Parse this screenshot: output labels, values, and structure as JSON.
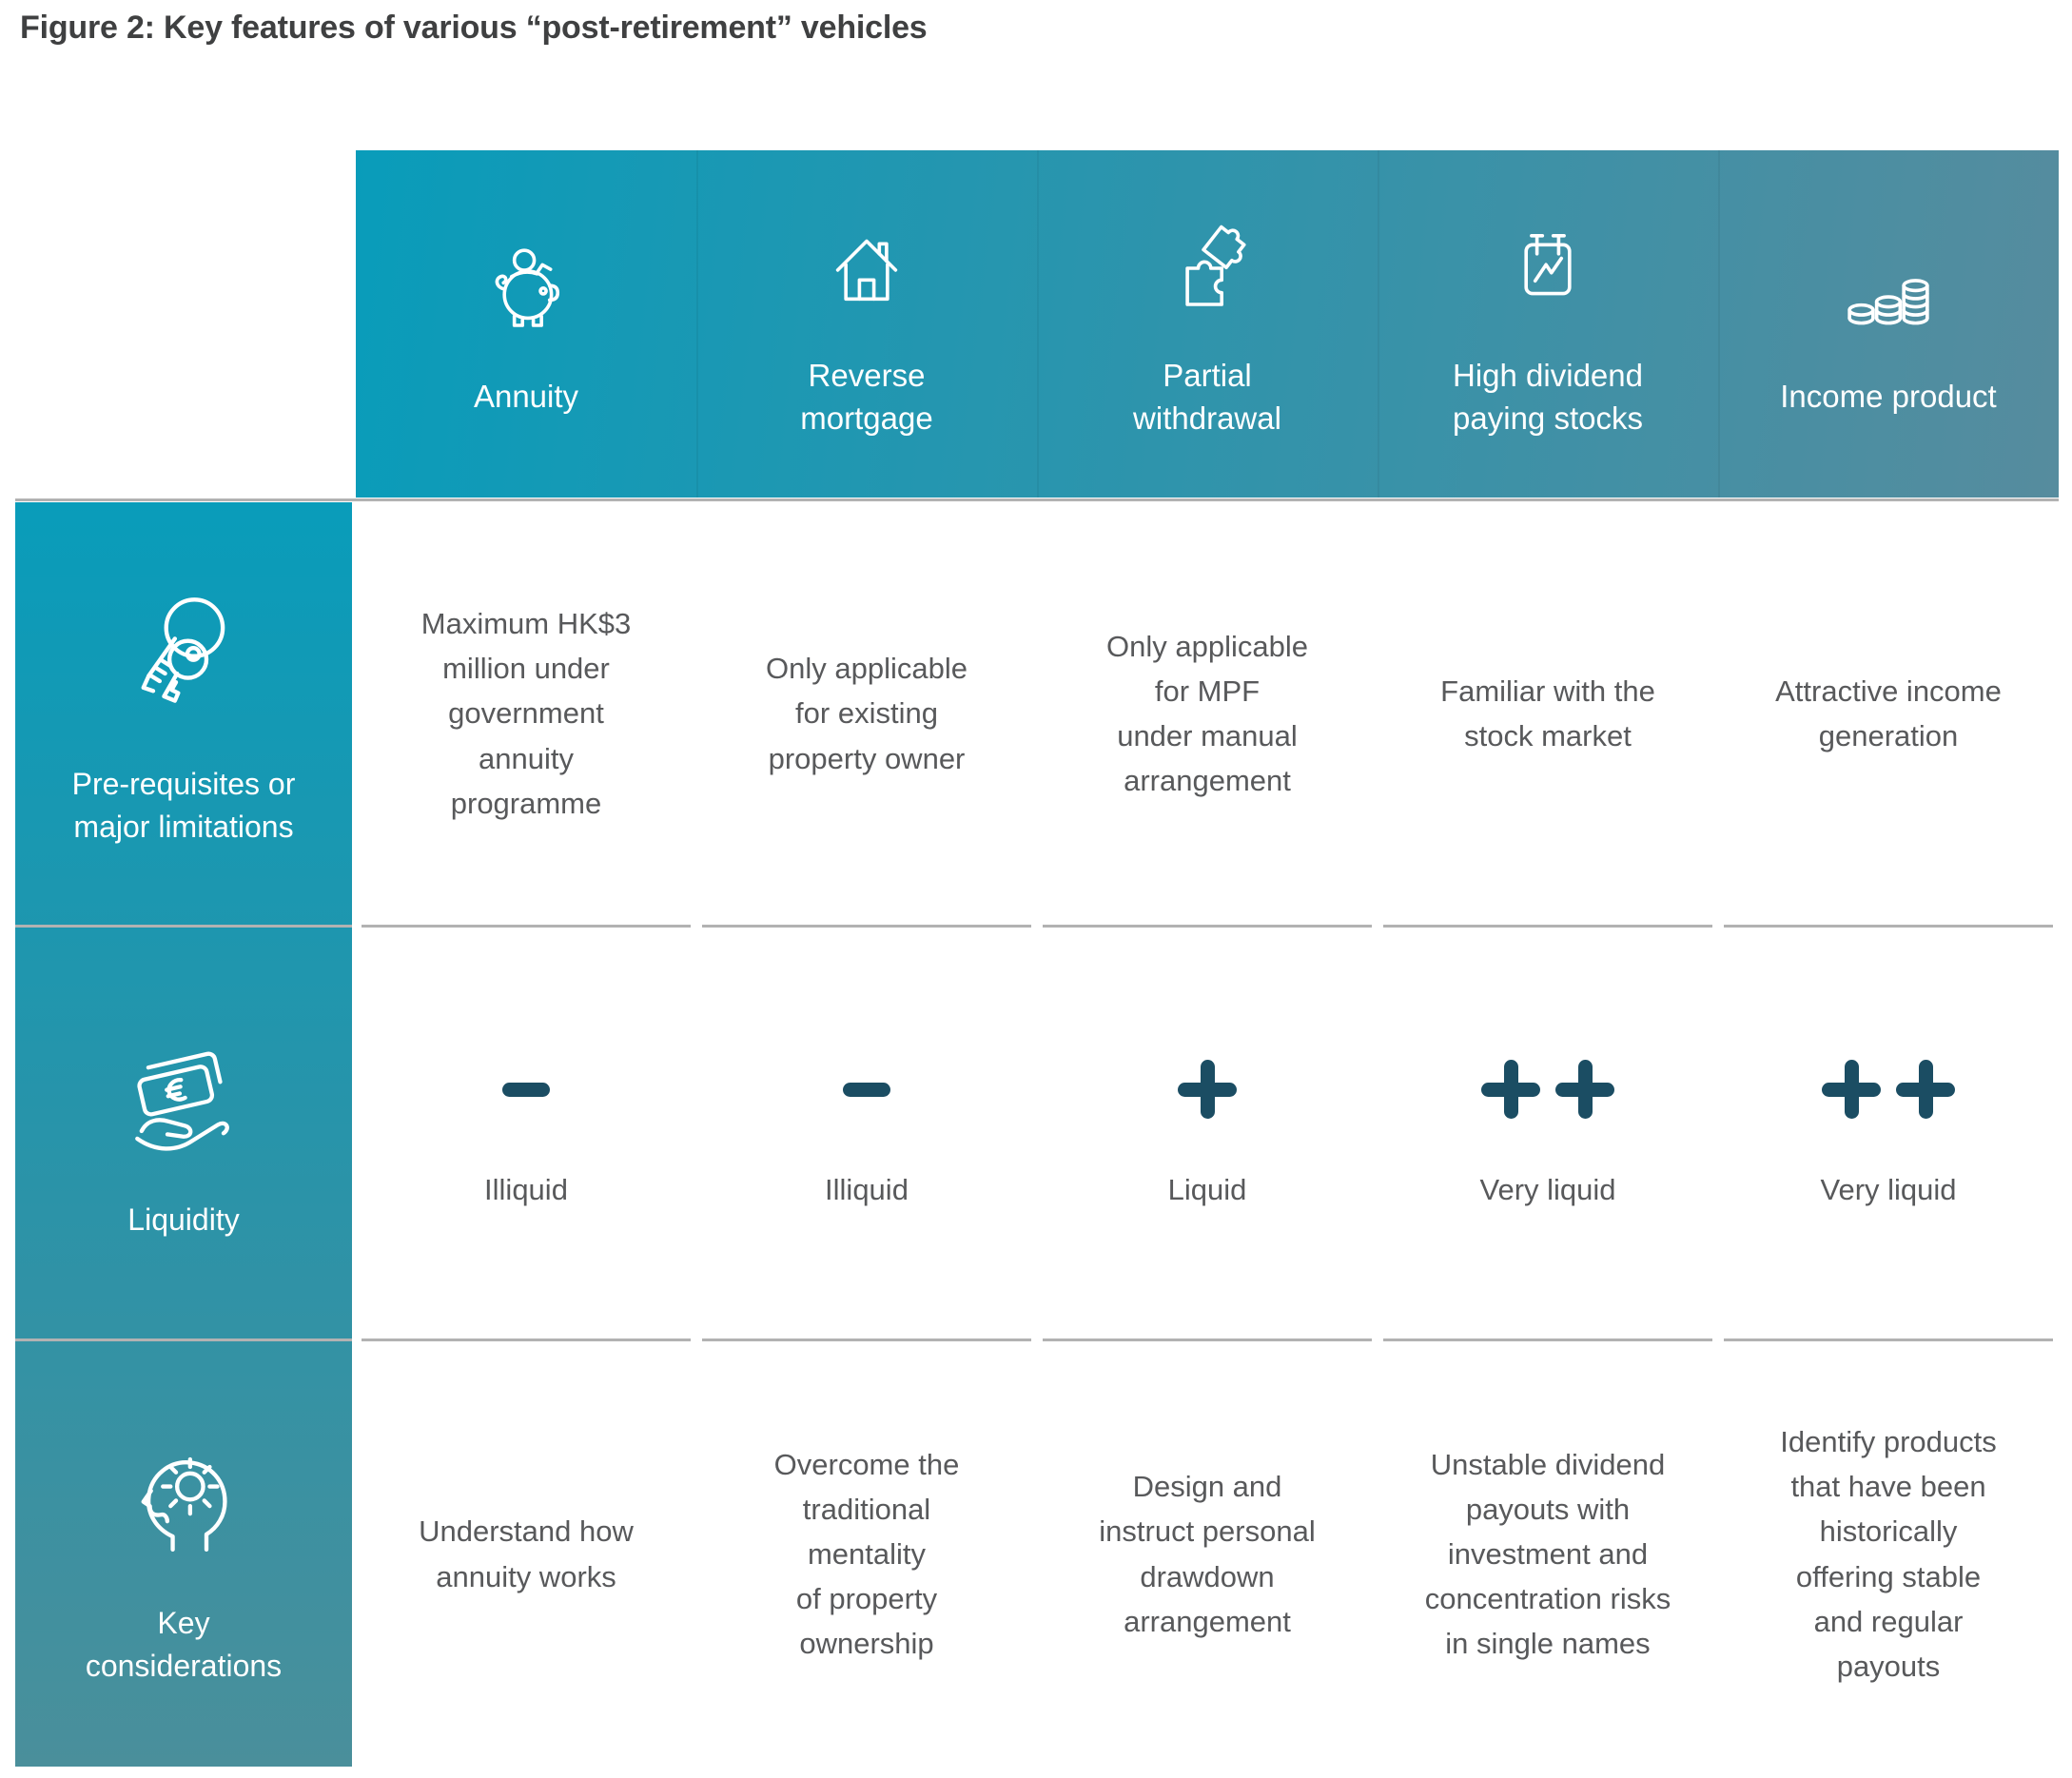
{
  "title": "Figure 2: Key features of various “post-retirement” vehicles",
  "colors": {
    "teal_bright": "#099CBA",
    "teal_muted": "#568C9E",
    "sidebar_bottom": "#4A8F9B",
    "symbol_dark": "#1B4D63",
    "divider": "#B2B2B2",
    "text_body": "#58595B",
    "text_title": "#3F4041"
  },
  "columns": [
    {
      "label": "Annuity",
      "icon": "piggy-bank-icon"
    },
    {
      "label": "Reverse\nmortgage",
      "icon": "house-icon"
    },
    {
      "label": "Partial\nwithdrawal",
      "icon": "puzzle-pieces-icon"
    },
    {
      "label": "High dividend\npaying stocks",
      "icon": "calendar-chart-icon"
    },
    {
      "label": "Income product",
      "icon": "coin-stacks-icon"
    }
  ],
  "rows": [
    {
      "label": "Pre-requisites or\nmajor limitations",
      "icon": "keys-icon",
      "cells": [
        "Maximum HK$3\nmillion under\ngovernment\nannuity\nprogramme",
        "Only applicable\nfor existing\nproperty owner",
        "Only applicable\nfor MPF\nunder manual\narrangement",
        "Familiar with the\nstock market",
        "Attractive income\ngeneration"
      ]
    },
    {
      "label": "Liquidity",
      "icon": "cash-hand-icon",
      "cells": [
        {
          "symbol": "-",
          "label": "Illiquid"
        },
        {
          "symbol": "-",
          "label": "Illiquid"
        },
        {
          "symbol": "+",
          "label": "Liquid"
        },
        {
          "symbol": "++",
          "label": "Very liquid"
        },
        {
          "symbol": "++",
          "label": "Very liquid"
        }
      ]
    },
    {
      "label": "Key\nconsiderations",
      "icon": "head-gear-icon",
      "cells": [
        "Understand how\nannuity works",
        "Overcome the\ntraditional\nmentality\nof property\nownership",
        "Design and\ninstruct personal\ndrawdown\narrangement",
        "Unstable dividend\npayouts with\ninvestment and\nconcentration risks\nin single names",
        "Identify products\nthat have been\nhistorically\noffering stable\nand regular\npayouts"
      ]
    }
  ]
}
